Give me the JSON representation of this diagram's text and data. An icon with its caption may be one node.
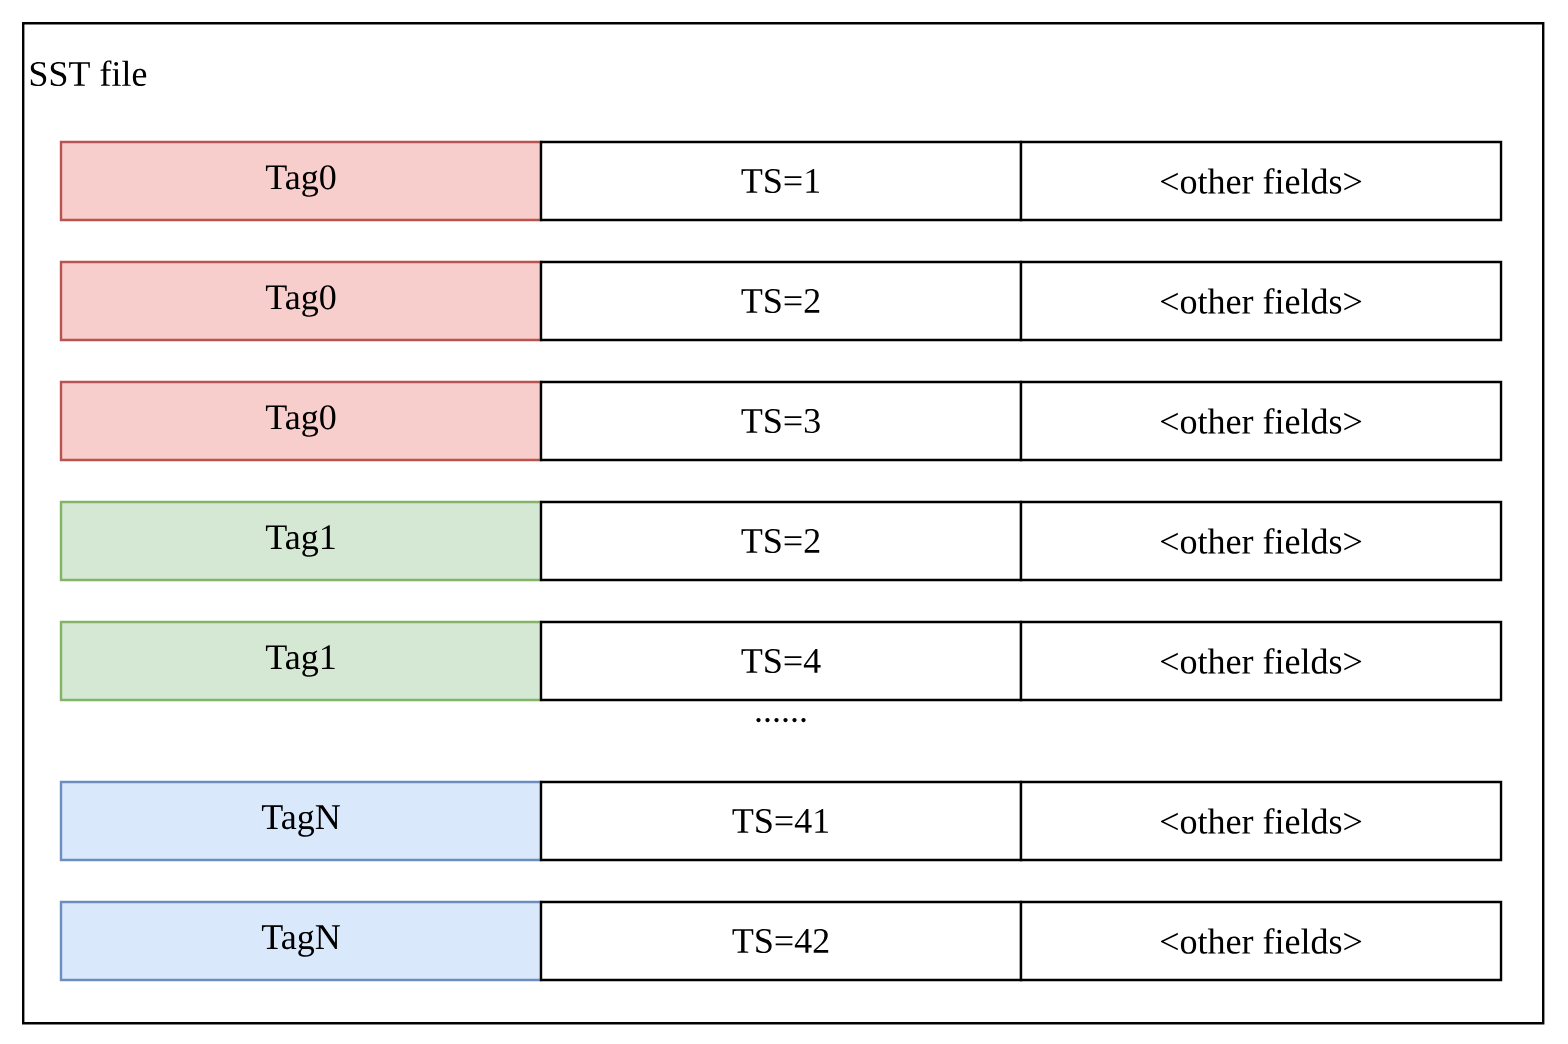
{
  "diagram": {
    "nodes": [
      {
        "text": [
          "SST file"
        ]
      },
      {
        "text": [
          "Tag0"
        ],
        "in": 0
      },
      {
        "text": [
          "TS=1"
        ],
        "in": 0
      },
      {
        "text": [
          "<other fields>"
        ],
        "in": 0
      },
      {
        "text": [
          "Tag0"
        ],
        "in": 0
      },
      {
        "text": [
          "TS=2"
        ],
        "in": 0
      },
      {
        "text": [
          "<other fields>"
        ],
        "in": 0
      },
      {
        "text": [
          "Tag0"
        ],
        "in": 0
      },
      {
        "text": [
          "TS=3"
        ],
        "in": 0
      },
      {
        "text": [
          "<other fields>"
        ],
        "in": 0
      },
      {
        "text": [
          "Tag1"
        ],
        "in": 0
      },
      {
        "text": [
          "TS=2"
        ],
        "in": 0
      },
      {
        "text": [
          "<other fields>"
        ],
        "in": 0
      },
      {
        "text": [
          "Tag1"
        ],
        "in": 0
      },
      {
        "text": [
          "TS=4"
        ],
        "in": 0
      },
      {
        "text": [
          "<other fields>"
        ],
        "in": 0
      },
      {
        "text": [
          "TagN"
        ],
        "in": 0
      },
      {
        "text": [
          "TS=41"
        ],
        "in": 0
      },
      {
        "text": [
          "<other fields>"
        ],
        "in": 0
      },
      {
        "text": [
          "TagN"
        ],
        "in": 0
      },
      {
        "text": [
          "TS=42"
        ],
        "in": 0
      },
      {
        "text": [
          "<other fields>"
        ],
        "in": 0
      }
    ],
    "labels": [
      "......"
    ]
  }
}
